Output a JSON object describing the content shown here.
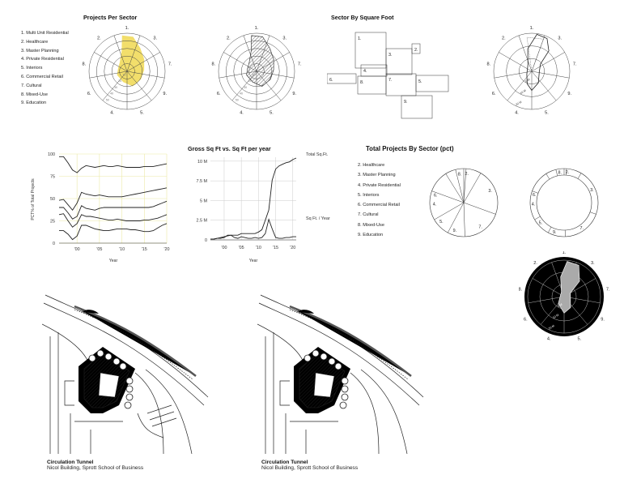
{
  "sections": {
    "projects_per_sector": "Projects Per Sector",
    "sector_by_sqft": "Sector By Square Foot",
    "gross_vs_year": "Gross Sq Ft vs. Sq Ft per year",
    "total_pct": "Total Projects By Sector (pct)"
  },
  "legend_main": [
    "1.  Multi Unit Residential",
    "2.  Healthcare",
    "3.  Master Planning",
    "4.  Private Residential",
    "5.   Interiors",
    "6.  Commercial Retail",
    "7.  Cultural",
    "8.  Mixed-Use",
    "9.  Education"
  ],
  "legend_pct": [
    "2.  Healthcare",
    "3.  Master Planning",
    "4.  Private Residential",
    "5.  Interiors",
    "6.  Commercial Retail",
    "7.  Cultural",
    "8.  Mixed-Use",
    "9.  Education"
  ],
  "radar": {
    "sector_labels": [
      "1.",
      "2.",
      "3.",
      "4.",
      "5.",
      "6.",
      "7.",
      "8.",
      "9."
    ],
    "ring_labels": [
      "50",
      "40",
      "30",
      "20",
      "10"
    ],
    "sqft_ring_labels": [
      "5 M",
      "10 M",
      "20 M"
    ]
  },
  "treemap_labels": [
    "1.",
    "2.",
    "3.",
    "4.",
    "5.",
    "6.",
    "7.",
    "8.",
    "9."
  ],
  "colors": {
    "highlight": "#f2de6b",
    "ink": "#222222",
    "grid": "#ece9a6",
    "dark": "#000000"
  },
  "chart_data": [
    {
      "type": "line",
      "title": "",
      "xlabel": "Year",
      "ylabel": "PCT% of Total Projects",
      "x": [
        1996,
        1997,
        1998,
        1999,
        2000,
        2001,
        2002,
        2003,
        2004,
        2005,
        2006,
        2007,
        2008,
        2009,
        2010,
        2011,
        2012,
        2013,
        2014,
        2015,
        2016,
        2017,
        2018,
        2019,
        2020
      ],
      "xticks": [
        "'00",
        "'05",
        "'10",
        "'15",
        "'20"
      ],
      "yticks": [
        "100",
        "75",
        "50",
        "25",
        "0"
      ],
      "ylim": [
        0,
        100
      ],
      "series": [
        {
          "values": [
            97,
            97,
            90,
            82,
            79,
            84,
            87,
            86,
            85,
            86,
            87,
            86,
            86,
            87,
            86,
            85,
            85,
            85,
            85,
            86,
            86,
            86,
            87,
            88,
            89
          ]
        },
        {
          "values": [
            48,
            49,
            43,
            37,
            45,
            57,
            55,
            54,
            53,
            54,
            53,
            52,
            52,
            52,
            52,
            53,
            54,
            55,
            56,
            57,
            58,
            59,
            60,
            61,
            62
          ]
        },
        {
          "values": [
            40,
            40,
            34,
            27,
            30,
            42,
            39,
            38,
            37,
            39,
            40,
            40,
            40,
            40,
            40,
            40,
            40,
            40,
            40,
            40,
            40,
            41,
            43,
            45,
            47
          ]
        },
        {
          "values": [
            32,
            33,
            25,
            18,
            22,
            32,
            30,
            30,
            29,
            28,
            27,
            26,
            26,
            27,
            26,
            25,
            25,
            25,
            25,
            26,
            26,
            27,
            28,
            30,
            32
          ]
        },
        {
          "values": [
            14,
            14,
            10,
            4,
            8,
            20,
            20,
            18,
            16,
            15,
            14,
            14,
            15,
            16,
            16,
            16,
            15,
            15,
            14,
            13,
            13,
            14,
            17,
            20,
            22
          ]
        }
      ]
    },
    {
      "type": "line",
      "title": "Gross Sq Ft vs. Sq Ft per year",
      "xlabel": "Year",
      "ylabel": "",
      "x": [
        1996,
        1997,
        1998,
        1999,
        2000,
        2001,
        2002,
        2003,
        2004,
        2005,
        2006,
        2007,
        2008,
        2009,
        2010,
        2011,
        2012,
        2013,
        2014,
        2015,
        2016,
        2017,
        2018,
        2019,
        2020,
        2021
      ],
      "xticks": [
        "'00",
        "'05",
        "'10",
        "'15",
        "'20"
      ],
      "yticks": [
        "10 M",
        "7.5 M",
        "5 M",
        "2.5 M",
        "0"
      ],
      "ylim": [
        0,
        10.5
      ],
      "series": [
        {
          "name": "Total Sq.Ft.",
          "values": [
            0.1,
            0.1,
            0.2,
            0.2,
            0.3,
            0.6,
            0.6,
            0.6,
            0.6,
            0.8,
            0.8,
            0.8,
            0.8,
            0.8,
            1.0,
            1.3,
            2.5,
            3.8,
            7.6,
            9.0,
            9.4,
            9.6,
            9.8,
            9.9,
            10.2,
            10.4
          ]
        },
        {
          "name": "Sq Ft. / Year",
          "values": [
            0.1,
            0.1,
            0.2,
            0.3,
            0.4,
            0.5,
            0.6,
            0.3,
            0.2,
            0.4,
            0.3,
            0.2,
            0.2,
            0.3,
            0.2,
            0.3,
            0.8,
            2.6,
            1.4,
            0.3,
            0.2,
            0.2,
            0.3,
            0.3,
            0.4,
            0.4
          ]
        }
      ]
    }
  ],
  "captions": [
    {
      "title": "Circulation Tunnel",
      "subtitle": "Nicol Building, Sprott School of Business"
    },
    {
      "title": "Circulation Tunnel",
      "subtitle": "Nicol Building, Sprott School of Business"
    }
  ]
}
